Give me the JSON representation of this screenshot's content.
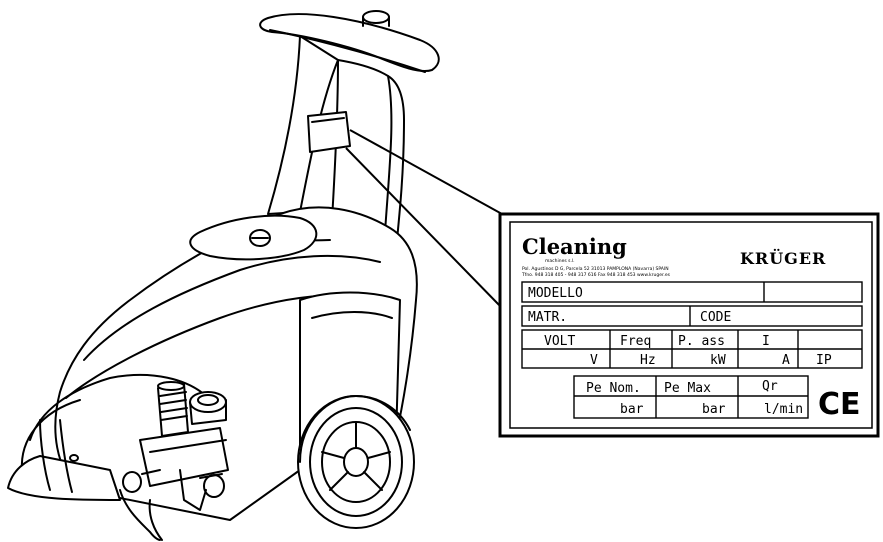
{
  "plate": {
    "brand_left": "Cleaning",
    "brand_left_sub": "machines s.l.",
    "address_line_1": "Pol. Agustinos D G, Parcela 52 31013 PAMPLONA (Navarra) SPAIN",
    "address_line_2": "Tfno. 948 318 405 - 948 317 616 Fax 948 318 453 www.kruger.es",
    "brand_right": "KRÜGER",
    "fields": {
      "modello": "MODELLO",
      "matr": "MATR.",
      "code": "CODE",
      "volt": "VOLT",
      "freq": "Freq",
      "pass": "P. ass",
      "current": "I",
      "unit_v": "V",
      "unit_hz": "Hz",
      "unit_kw": "kW",
      "unit_a": "A",
      "ip": "IP",
      "pe_nom": "Pe Nom.",
      "pe_max": "Pe Max",
      "qr": "Qr",
      "unit_bar_1": "bar",
      "unit_bar_2": "bar",
      "unit_lmin": "l/min"
    },
    "ce_mark": "CE"
  }
}
